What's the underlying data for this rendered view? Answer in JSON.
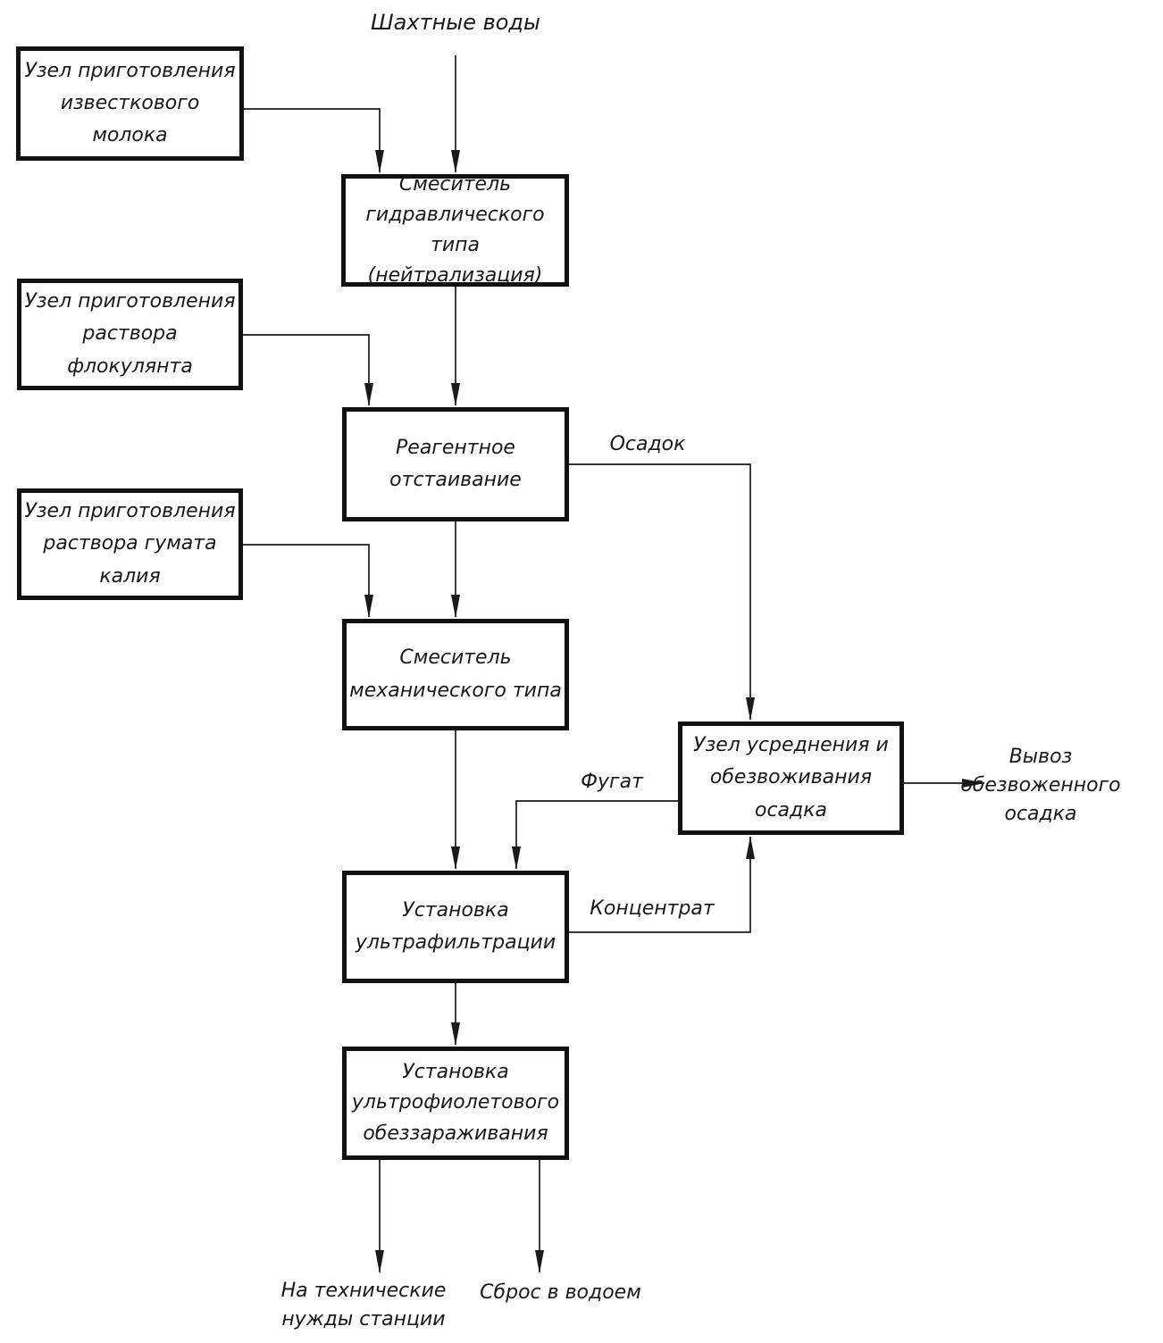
{
  "page": {
    "background_color": "#ffffff",
    "line_color": "#1a1a1a"
  },
  "diagram": {
    "source_label": "Шахтные воды",
    "boxes": {
      "lime_unit": {
        "lines": [
          "Узел приготовления",
          "известкового молока"
        ]
      },
      "hydraulic_mixer": {
        "lines": [
          "Смеситель",
          "гидравлического",
          "типа (нейтрализация)"
        ]
      },
      "flocculant_unit": {
        "lines": [
          "Узел приготовления",
          "раствора флокулянта"
        ]
      },
      "reagent_settling": {
        "lines": [
          "Реагентное",
          "отстаивание"
        ]
      },
      "humate_unit": {
        "lines": [
          "Узел приготовления",
          "раствора гумата калия"
        ]
      },
      "mechanical_mixer": {
        "lines": [
          "Смеситель",
          "механического типа"
        ]
      },
      "sludge_unit": {
        "lines": [
          "Узел усреднения и",
          "обезвоживания осадка"
        ]
      },
      "ultrafiltration": {
        "lines": [
          "Установка",
          "ультрафильтрации"
        ]
      },
      "uv_disinfection": {
        "lines": [
          "Установка",
          "ультрофиолетового",
          "обеззараживания"
        ]
      }
    },
    "flow_labels": {
      "sediment": "Осадок",
      "fugate": "Фугат",
      "concentrate": "Концентрат",
      "export": {
        "lines": [
          "Вывоз обезвоженного",
          "осадка"
        ]
      },
      "tech_needs": {
        "lines": [
          "На технические",
          "нужды станции"
        ]
      },
      "discharge": "Сброс в водоем"
    }
  }
}
